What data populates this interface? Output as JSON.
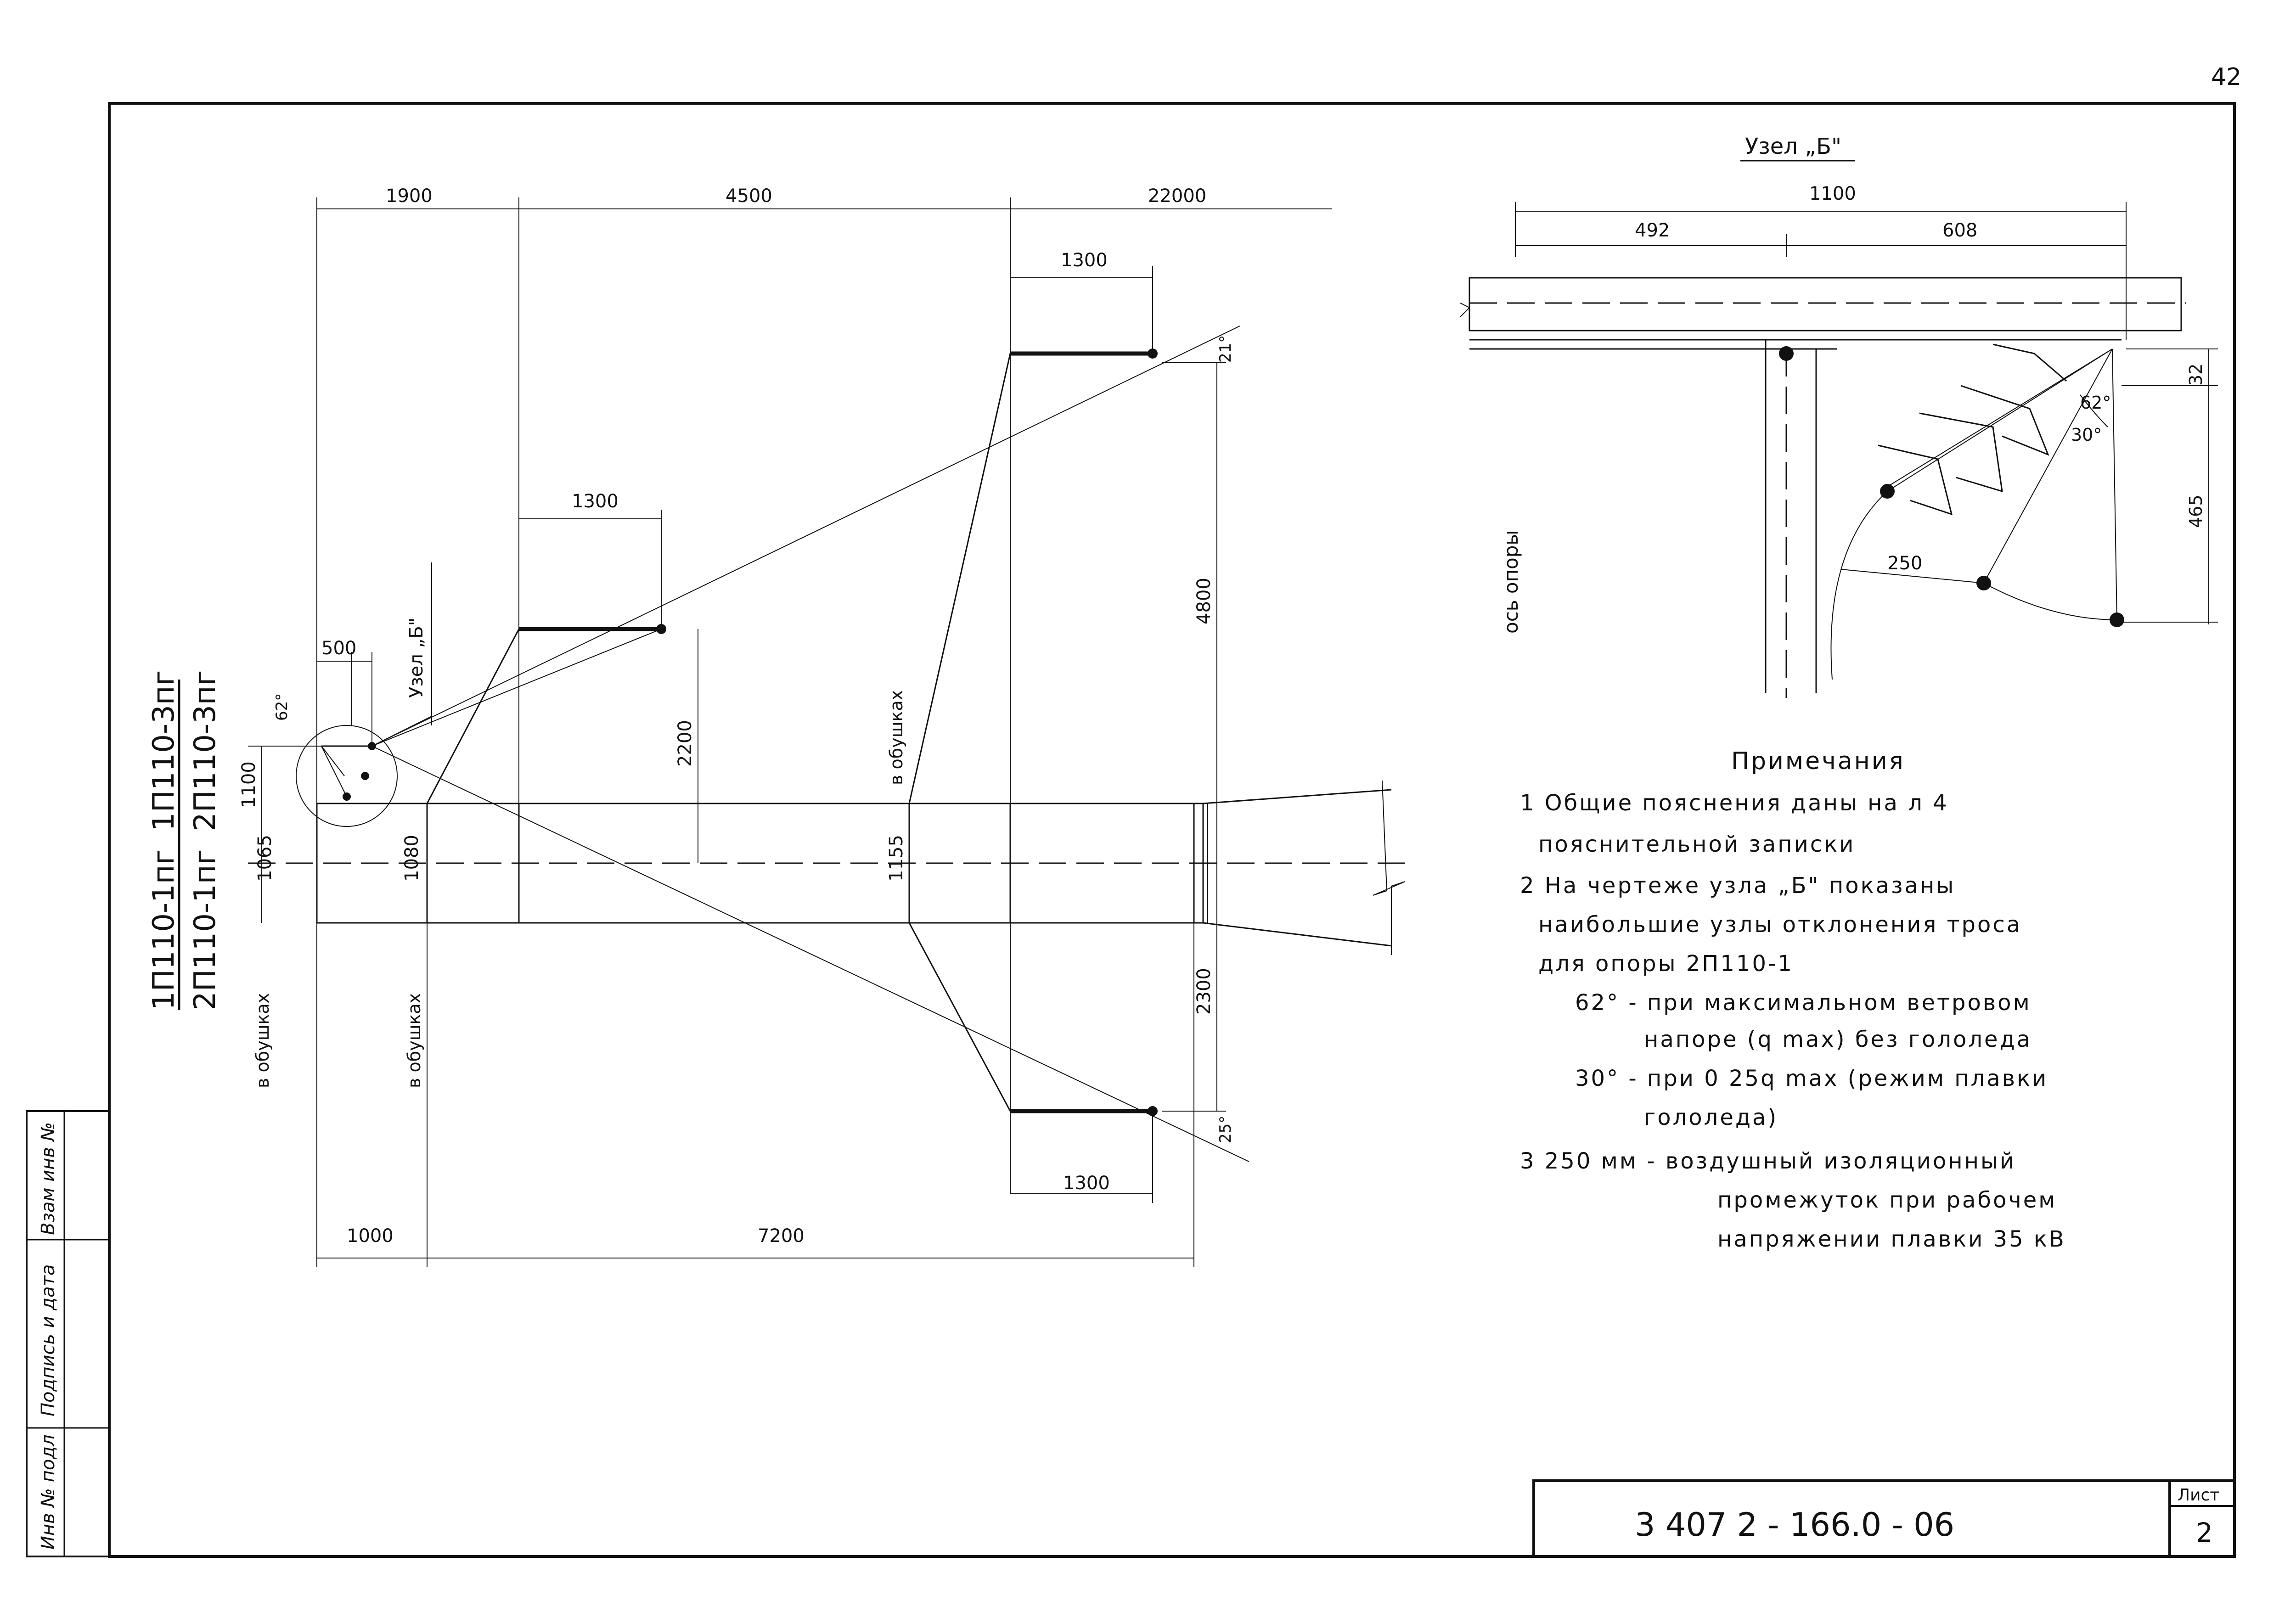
{
  "page_number": "42",
  "drawing_code": "3 407 2 - 166.0 - 06",
  "sheet": {
    "label": "Лист",
    "value": "2"
  },
  "side_stamp": {
    "inv_podl": "Инв № подл",
    "podpis_data": "Подпись и дата",
    "vzam_inv": "Взам инв №"
  },
  "title": {
    "line1a": "1П110-1пг",
    "line1b": "1П110-3пг",
    "line2a": "2П110-1пг",
    "line2b": "2П110-3пг",
    "sub": "2"
  },
  "main_view": {
    "dims_top": [
      "1900",
      "4500",
      "22000"
    ],
    "dims_bottom": [
      "1000",
      "7200"
    ],
    "dim_1300_top": "1300",
    "dim_1300_mid": "1300",
    "dim_1300_bot": "1300",
    "dim_500": "500",
    "dim_4800": "4800",
    "dim_2200": "2200",
    "dim_2300": "2300",
    "dim_1100": "1100",
    "dim_1065": "1065",
    "dim_1080": "1080",
    "dim_1155": "1155",
    "angle_21": "21°",
    "angle_25": "25°",
    "angle_62": "62°",
    "label_obushkah_1": "в обушках",
    "label_obushkah_2": "в обушках",
    "label_obushkah_3": "в обушках",
    "node_label": "Узел „Б\""
  },
  "node_view": {
    "title": "Узел „Б\"",
    "dim_1100": "1100",
    "dim_492": "492",
    "dim_608": "608",
    "dim_32": "32",
    "dim_465": "465",
    "dim_250": "250",
    "angle_62": "62°",
    "angle_30": "30°",
    "axis_label": "ось опоры"
  },
  "notes": {
    "heading": "Примечания",
    "lines": [
      "1 Общие пояснения даны на л 4",
      "пояснительной записки",
      "2 На чертеже узла „Б\" показаны",
      "наибольшие узлы отклонения троса",
      "для опоры 2П110-1",
      "62° - при максимальном ветровом",
      "напоре (q max) без гололеда",
      "30° - при 0 25q max (режим плавки",
      "гололеда)",
      "3 250 мм - воздушный изоляционный",
      "промежуток при рабочем",
      "напряжении плавки 35 кВ"
    ]
  }
}
